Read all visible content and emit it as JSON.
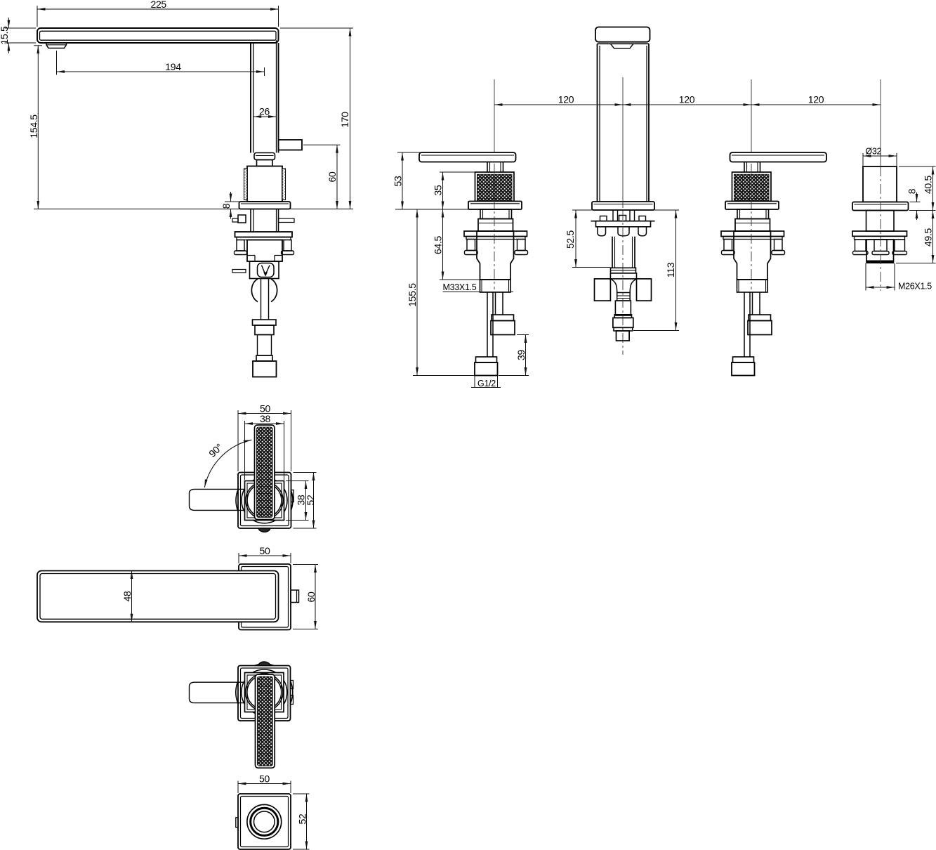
{
  "document": {
    "kind": "technical drawing",
    "subject": "three-hole basin mixer faucet with pop-up drain",
    "line_color": "#000000",
    "background_color": "#ffffff"
  },
  "views": {
    "side": {
      "dims": {
        "spout_length": "225",
        "spout_bar_height": "15.5",
        "spout_reach": "194",
        "deck_to_spout": "154.5",
        "column_width": "26",
        "overall_height": "170",
        "handle_axis_height": "60",
        "base_plate_thickness": "8"
      }
    },
    "front": {
      "dims": {
        "spacing_left": "120",
        "spacing_mid": "120",
        "spacing_right": "120",
        "handle_above_deck": "53",
        "knurl_above_deck": "35",
        "valve_body_below_deck": "64.5",
        "valve_thread": "M33X1.5",
        "below_deck_total": "155.5",
        "inlet_elbow_offset": "39",
        "inlet_thread": "G1/2",
        "spout_shank_below": "52.5",
        "spout_below_total": "113",
        "drain_cap_diameter": "Ø32",
        "drain_above_deck": "40.5",
        "drain_flange_thickness": "8",
        "drain_below_deck": "49.5",
        "drain_thread": "M26X1.5"
      }
    },
    "plan_handle": {
      "dims": {
        "escutcheon_width": "50",
        "valve_square_width": "38",
        "swing_angle": "90°",
        "valve_square_depth": "38",
        "escutcheon_depth": "52"
      }
    },
    "plan_spout": {
      "dims": {
        "escutcheon_width": "50",
        "spout_width": "48",
        "escutcheon_depth": "60"
      }
    },
    "plan_drain": {
      "dims": {
        "escutcheon_width": "50",
        "escutcheon_depth": "52"
      }
    }
  }
}
